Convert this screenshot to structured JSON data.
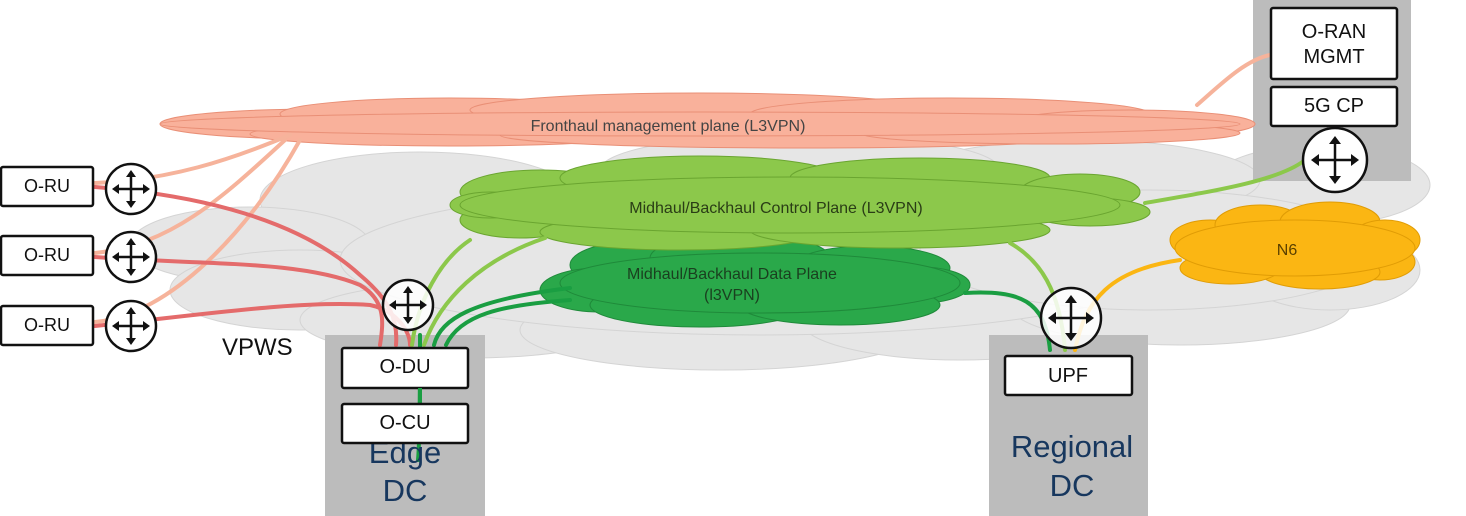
{
  "clouds": {
    "fronthaul_mgmt": "Fronthaul management plane (L3VPN)",
    "control_plane": "Midhaul/Backhaul Control Plane (L3VPN)",
    "data_plane_line1": "Midhaul/Backhaul Data Plane",
    "data_plane_line2": "(l3VPN)",
    "n6": "N6"
  },
  "nodes": {
    "oru_1": "O-RU",
    "oru_2": "O-RU",
    "oru_3": "O-RU",
    "odu": "O-DU",
    "ocu": "O-CU",
    "upf": "UPF",
    "oran_mgmt_line1": "O-RAN",
    "oran_mgmt_line2": "MGMT",
    "cp_5g": "5G CP"
  },
  "labels": {
    "vpws": "VPWS",
    "edge_dc_line1": "Edge",
    "edge_dc_line2": "DC",
    "regional_dc_line1": "Regional",
    "regional_dc_line2": "DC"
  },
  "colors": {
    "fronthaul_cloud": "#f9b19b",
    "control_cloud": "#8cc84b",
    "data_cloud": "#2aa84a",
    "n6_cloud": "#fbb613",
    "base_cloud": "#e6e6e6",
    "dc_box": "#bcbcbc",
    "vpws_link": "#e46b6b",
    "mgmt_link": "#f6b39b",
    "control_link": "#8cc84b",
    "data_link": "#1a9e42",
    "n6_link": "#fbb613",
    "dc_text": "#17375e"
  },
  "icons": {
    "router": "router-icon"
  }
}
